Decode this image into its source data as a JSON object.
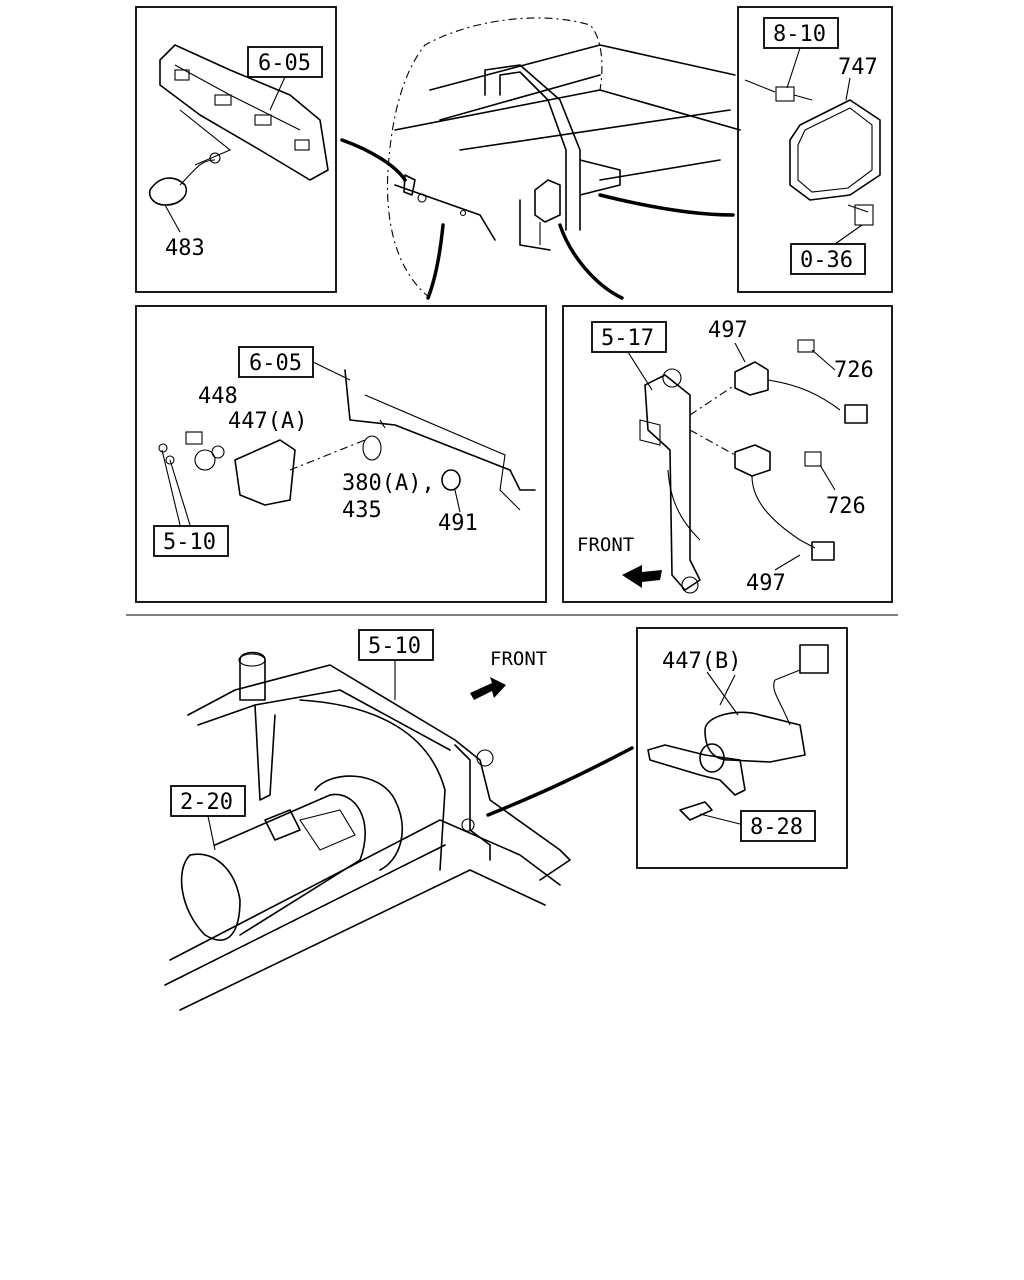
{
  "labels": {
    "l_605_top": "6-05",
    "l_483": "483",
    "l_810": "8-10",
    "l_747": "747",
    "l_036": "0-36",
    "l_605_mid": "6-05",
    "l_448": "448",
    "l_447a": "447(A)",
    "l_380a": "380(A),",
    "l_435": "435",
    "l_491": "491",
    "l_510_mid": "5-10",
    "l_517": "5-17",
    "l_497_top": "497",
    "l_726_top": "726",
    "l_726_bot": "726",
    "l_497_bot": "497",
    "l_front_mid": "FRONT",
    "l_510_bot": "5-10",
    "l_front_bot": "FRONT",
    "l_220": "2-20",
    "l_447b": "447(B)",
    "l_828": "8-28"
  }
}
